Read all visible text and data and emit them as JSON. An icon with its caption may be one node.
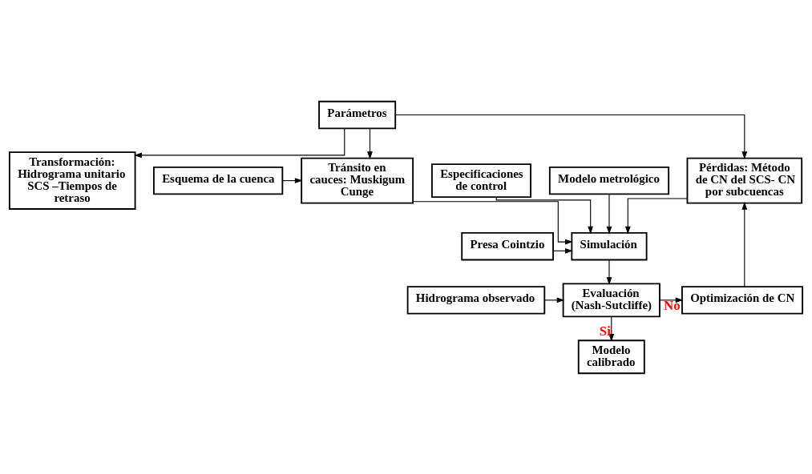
{
  "diagram": {
    "nodes": [
      {
        "text": [
          "Parámetros"
        ]
      },
      {
        "text": [
          "Esquema de la cuenca"
        ]
      },
      {
        "text": [
          "Tránsito en cauces: Muskigum Cunge"
        ]
      },
      {
        "text": [
          "Transformación: Hidrograma unitario SCS –Tiempos de retraso"
        ]
      },
      {
        "text": [
          "Pérdidas: Método de CN del SCS- CN por subcuencas"
        ]
      },
      {
        "text": [
          "Modelo metrológico"
        ]
      },
      {
        "text": [
          "Presa Cointzio"
        ]
      },
      {
        "text": [
          "Especificaciones de control"
        ]
      },
      {
        "text": [
          "Simulación"
        ]
      },
      {
        "text": [
          "Hidrograma observado"
        ]
      },
      {
        "text": [
          "Evaluación (Nash-Sutcliffe)"
        ]
      },
      {
        "text": [
          "Optimización de CN"
        ]
      },
      {
        "text": [
          "Modelo calibrado"
        ]
      }
    ],
    "edges": [
      {
        "from": 0,
        "to": 2,
        "arrow": "to"
      },
      {
        "from": 0,
        "to": 3,
        "arrow": "to"
      },
      {
        "from": 0,
        "to": 4,
        "arrow": "to"
      },
      {
        "from": 1,
        "to": 2,
        "arrow": "to"
      },
      {
        "from": 2,
        "to": 8,
        "arrow": "to"
      },
      {
        "from": 4,
        "to": 8,
        "arrow": "to"
      },
      {
        "from": 5,
        "to": 8,
        "arrow": "to"
      },
      {
        "from": 6,
        "to": 8,
        "arrow": "to"
      },
      {
        "from": 7,
        "to": 8,
        "arrow": "to"
      },
      {
        "from": 8,
        "to": 10,
        "arrow": "to"
      },
      {
        "from": 9,
        "to": 10,
        "arrow": "to"
      },
      {
        "from": 10,
        "to": 11,
        "arrow": "to",
        "label": "No"
      },
      {
        "from": 10,
        "to": 12,
        "arrow": "to",
        "label": "Si"
      },
      {
        "from": 11,
        "to": 4,
        "arrow": "to"
      }
    ]
  }
}
